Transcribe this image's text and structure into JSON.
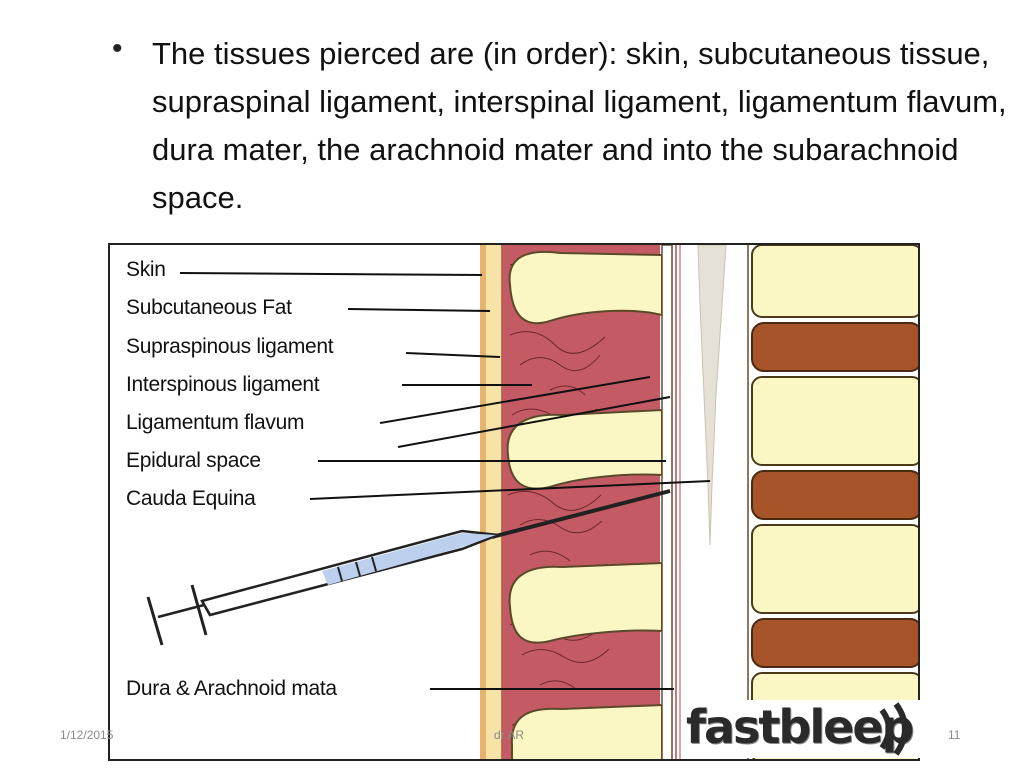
{
  "bullet": {
    "text": "The tissues pierced are (in order): skin, subcutaneous tissue, supraspinal ligament, interspinal ligament, ligamentum flavum, dura mater, the arachnoid mater and into the subarachnoid space."
  },
  "diagram": {
    "labels": [
      "Skin",
      "Subcutaneous Fat",
      "Supraspinous ligament",
      "Interspinous ligament",
      "Ligamentum flavum",
      "Epidural space",
      "Cauda Equina",
      "Dura & Arachnoid mata"
    ]
  },
  "footer": {
    "date": "1/12/2015",
    "author": "dr.AR",
    "page": "11",
    "logo": "fastbleep"
  },
  "colors": {
    "vertebra_fill": "#fbf7c4",
    "ligament_fill": "#c45a63",
    "disc_fill": "#a8542a",
    "skin_fill": "#f2c27a",
    "syringe_fluid": "#bcd0ee"
  }
}
